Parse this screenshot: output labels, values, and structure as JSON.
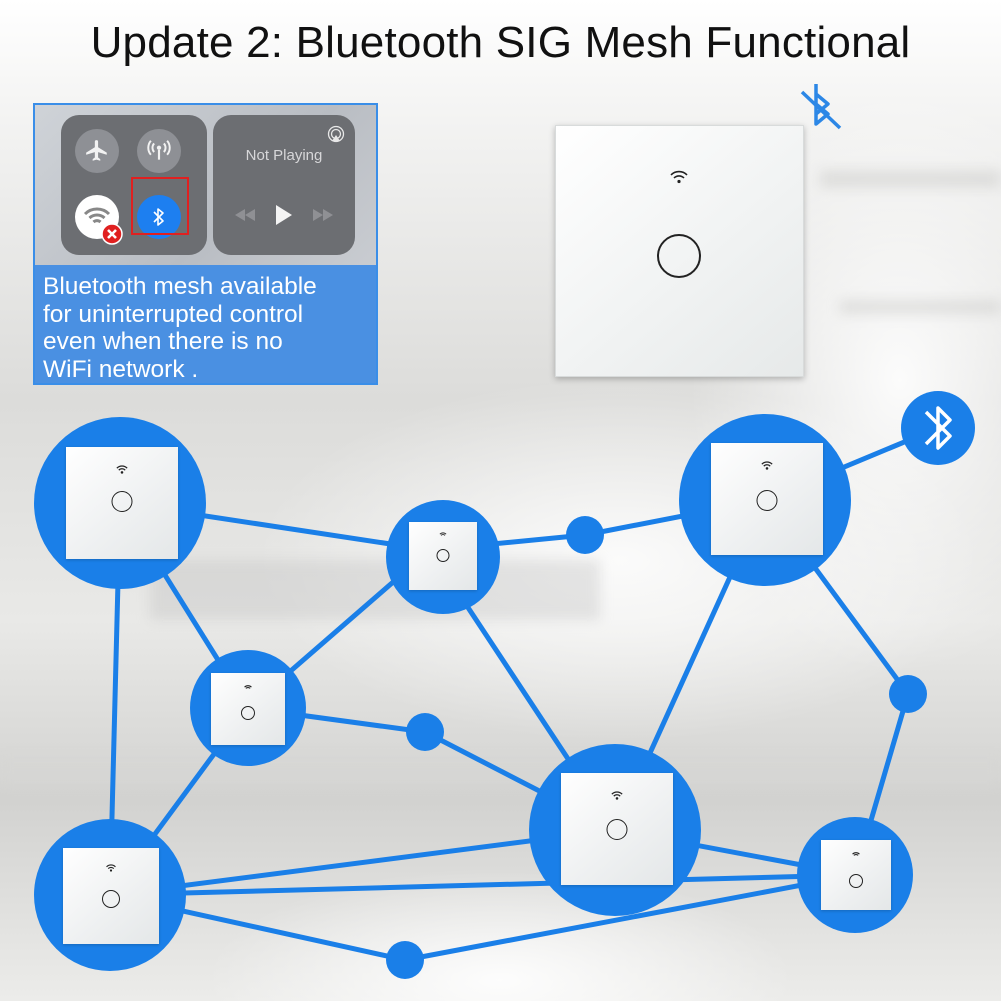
{
  "title": "Update 2: Bluetooth SIG Mesh Functional",
  "ios_panel": {
    "now_playing": "Not Playing",
    "caption_lines": [
      "Bluetooth mesh available",
      "for uninterrupted control",
      "even when there is no",
      "WiFi network ."
    ]
  },
  "icons": {
    "airplane": "airplane-icon",
    "cellular": "cellular-antenna-icon",
    "wifi": "wifi-icon",
    "bluetooth": "bluetooth-icon",
    "bluetooth_off": "bluetooth-off-icon",
    "error": "x-error-icon",
    "airplay": "airplay-icon"
  },
  "colors": {
    "mesh_blue": "#1a7fe8",
    "panel_blue": "#4a90e2",
    "highlight_red": "#e02020"
  }
}
